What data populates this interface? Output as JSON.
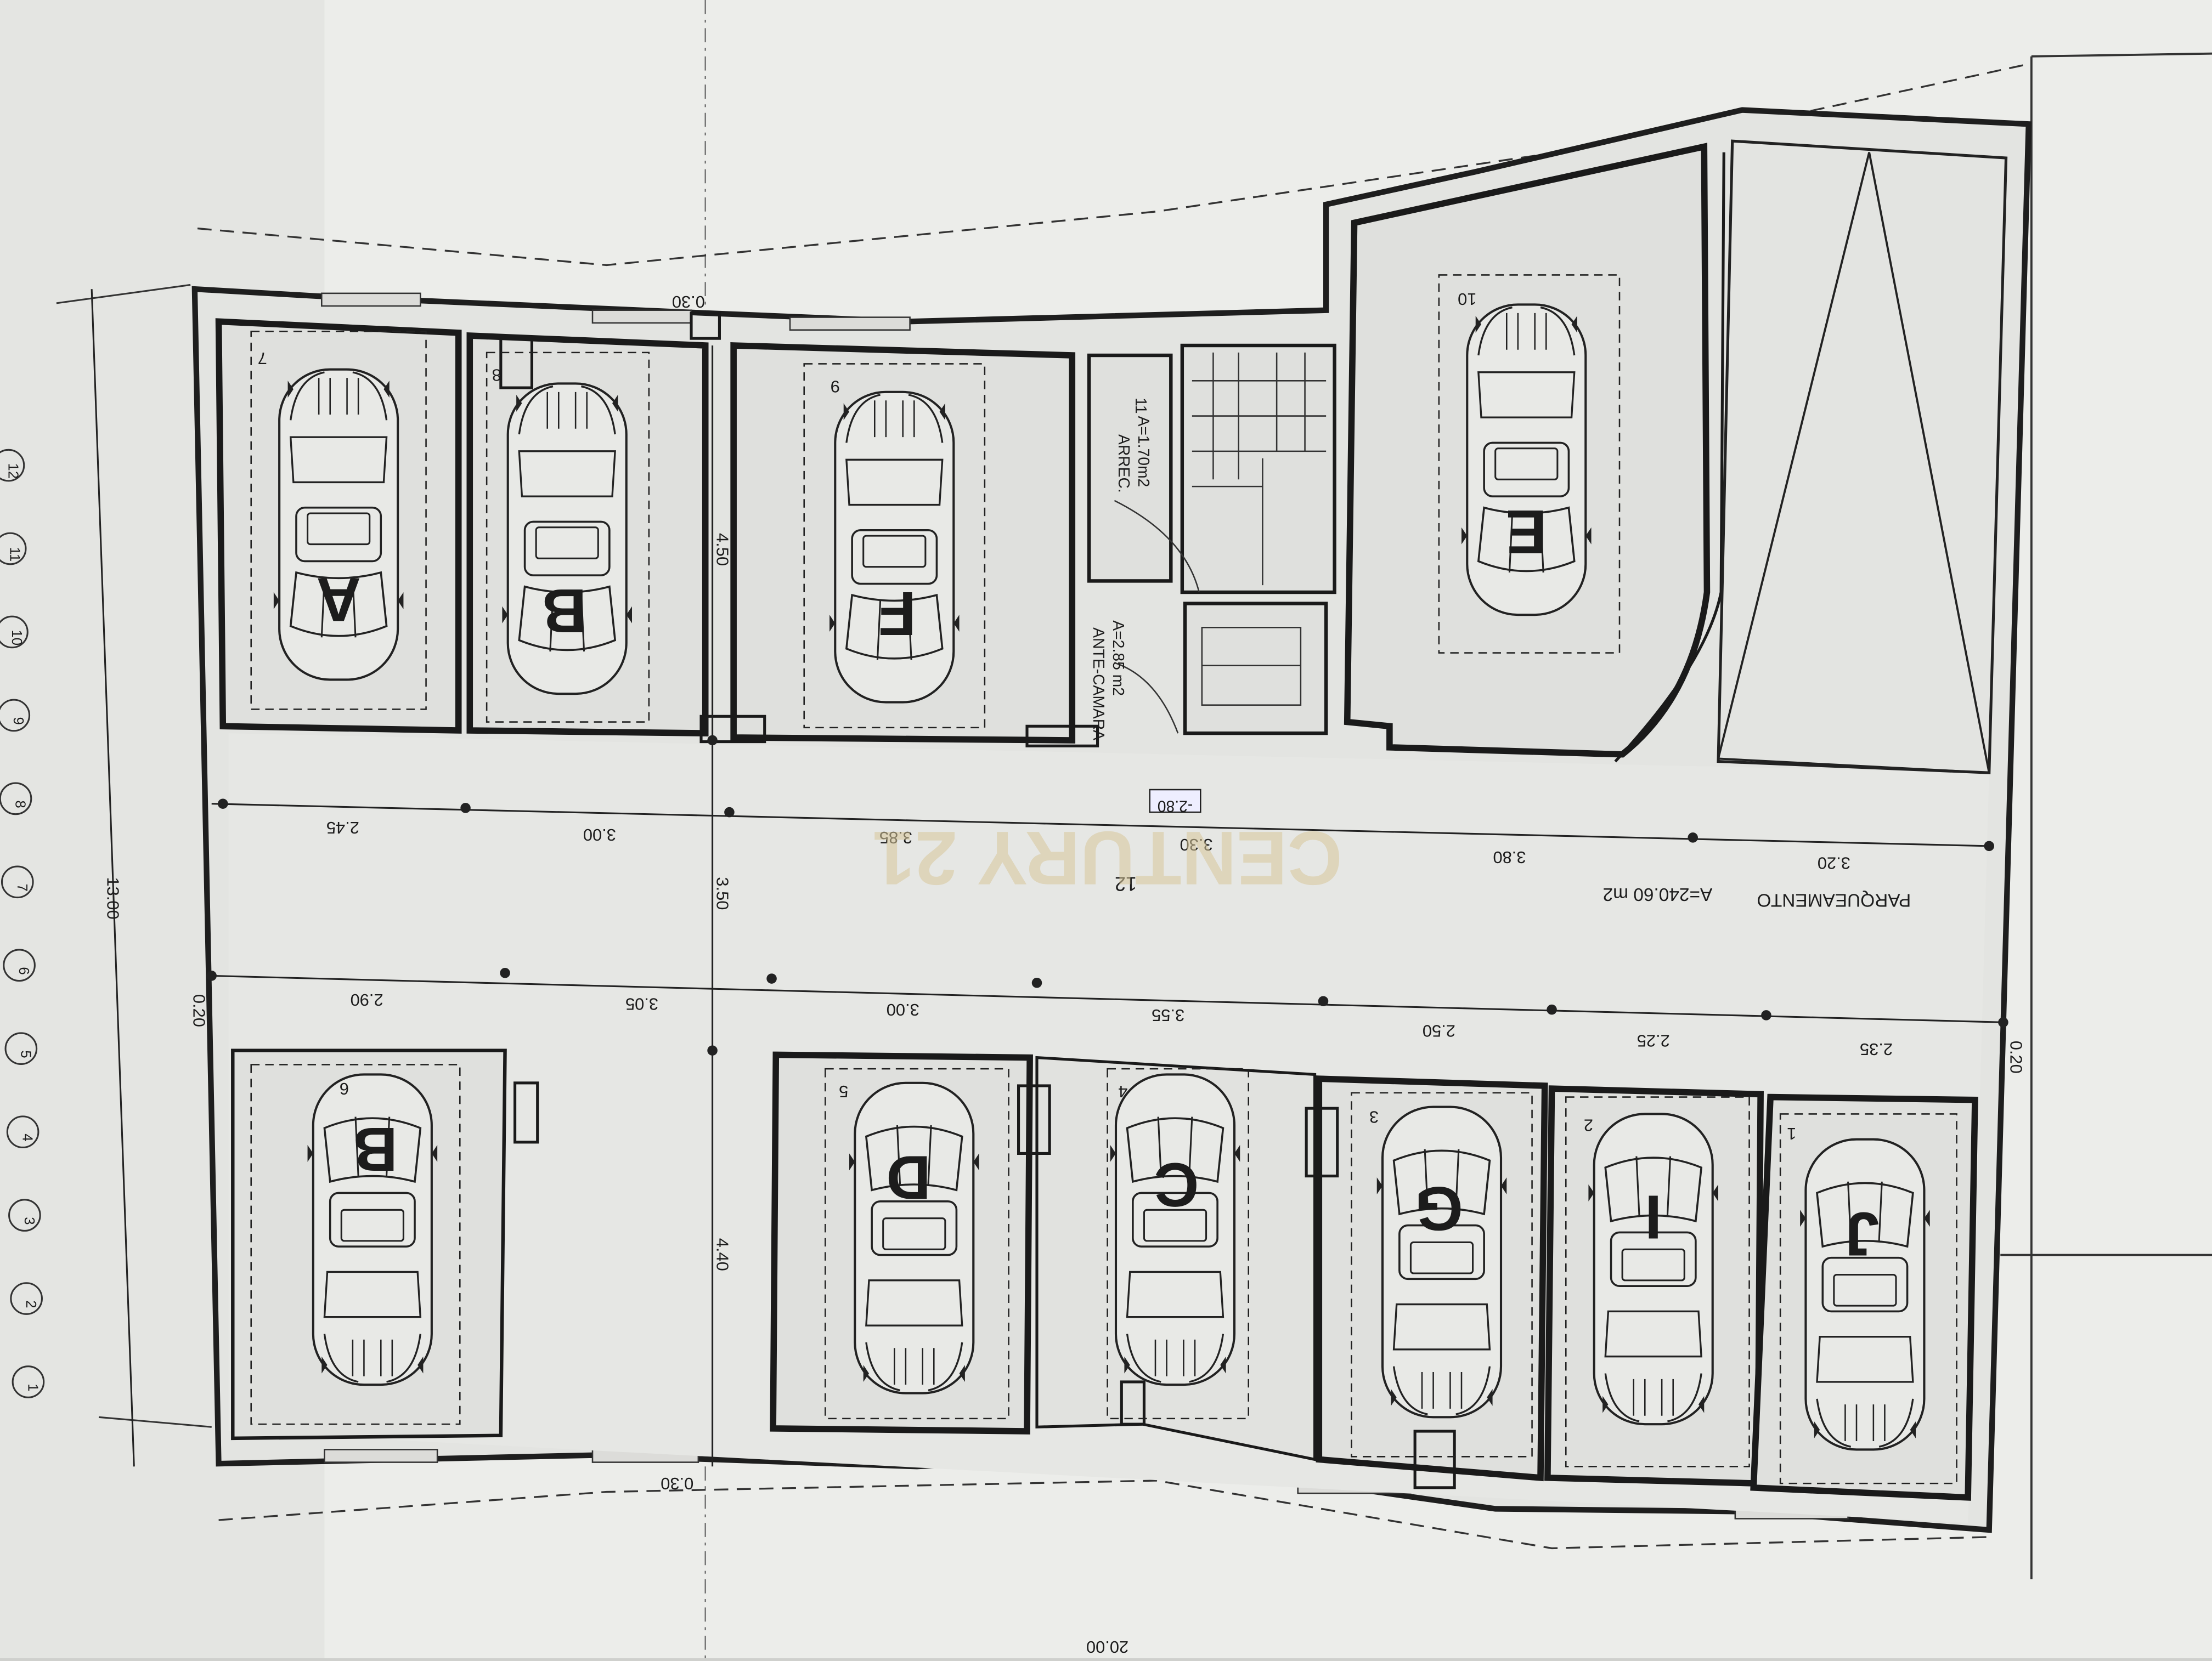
{
  "plan": {
    "parking_label": "PARQUEAMENTO",
    "parking_area": "A=240.60 m2",
    "parking_no": "12",
    "level": "-2.80",
    "watermark": "CENTURY 21",
    "storage_no": "11",
    "storage_label": "ARREC.",
    "storage_area": "A=1.70m2",
    "antechamber_label": "ANTE-CAMARA",
    "antechamber_area": "A=2.85 m2"
  },
  "spaces": [
    {
      "no": "7",
      "letter": "A"
    },
    {
      "no": "8",
      "letter": "B"
    },
    {
      "no": "9",
      "letter": "F"
    },
    {
      "no": "10",
      "letter": "E"
    },
    {
      "no": "6",
      "letter": "B"
    },
    {
      "no": "5",
      "letter": "D"
    },
    {
      "no": "4",
      "letter": "C"
    },
    {
      "no": "3",
      "letter": "G"
    },
    {
      "no": "2",
      "letter": "I"
    },
    {
      "no": "1",
      "letter": "J"
    }
  ],
  "dimensions": {
    "top_row": [
      "2.45",
      "3.00",
      "3.85",
      "3.30",
      "3.80",
      "3.20"
    ],
    "bottom_row": [
      "2.90",
      "3.05",
      "3.00",
      "3.55",
      "2.50",
      "2.25",
      "2.35"
    ],
    "aisle_width": "3.50",
    "bottom_depth": "4.40",
    "top_depth": "4.50",
    "total_depth": "13.00",
    "total_width": "20.00",
    "wall_top": "0.30",
    "wall_bottom": "0.30",
    "edge_left": "0.20",
    "edge_right": "0.20"
  },
  "grid_markers": [
    "1",
    "2",
    "3",
    "4",
    "5",
    "6",
    "7",
    "8",
    "9",
    "10",
    "11",
    "12"
  ]
}
